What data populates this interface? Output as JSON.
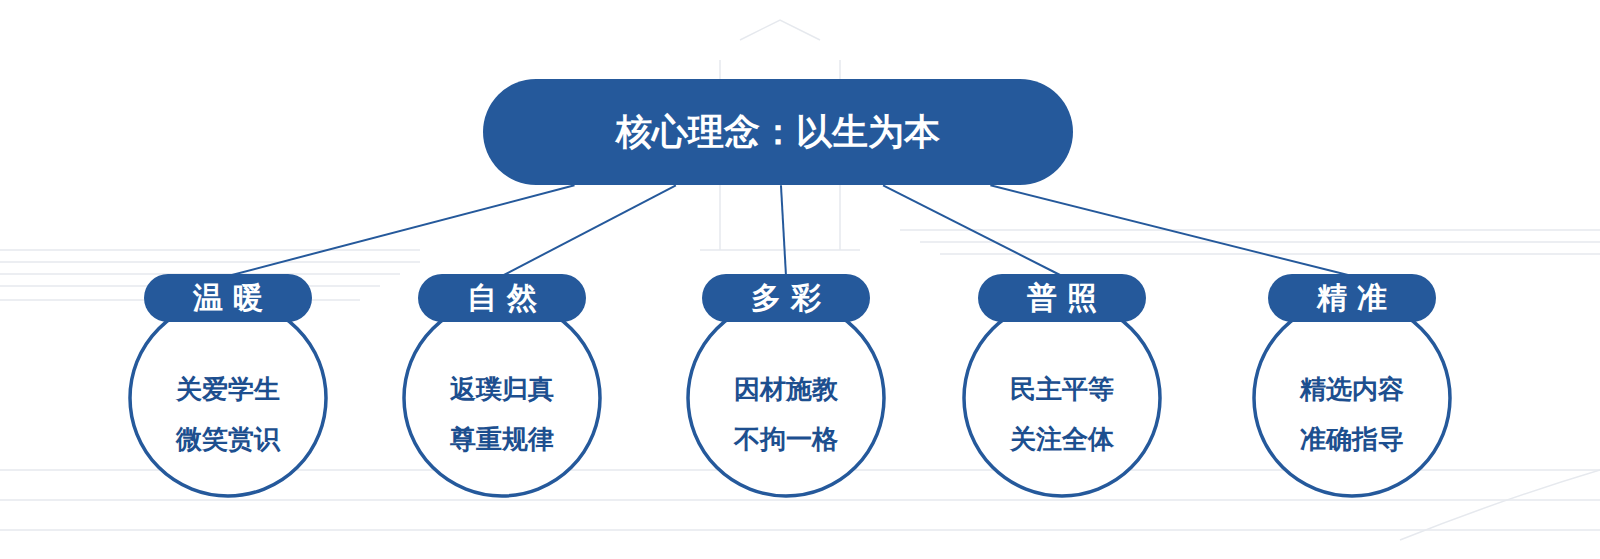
{
  "diagram": {
    "nodes": [
      {
        "text": [
          "核心理念：以生为本"
        ]
      },
      {
        "text": [
          "温暖",
          "关爱学生 微笑赏识"
        ]
      },
      {
        "text": [
          "自然",
          "返璞归真 尊重规律"
        ]
      },
      {
        "text": [
          "多彩",
          "因材施教 不拘一格"
        ]
      },
      {
        "text": [
          "普照",
          "民主平等 关注全体"
        ]
      },
      {
        "text": [
          "精准",
          "精选内容 准确指导"
        ]
      }
    ],
    "edges": [
      {
        "from": 0,
        "to": 1,
        "arrow": "none"
      },
      {
        "from": 0,
        "to": 2,
        "arrow": "none"
      },
      {
        "from": 0,
        "to": 3,
        "arrow": "none"
      },
      {
        "from": 0,
        "to": 4,
        "arrow": "none"
      },
      {
        "from": 0,
        "to": 5,
        "arrow": "none"
      }
    ]
  }
}
